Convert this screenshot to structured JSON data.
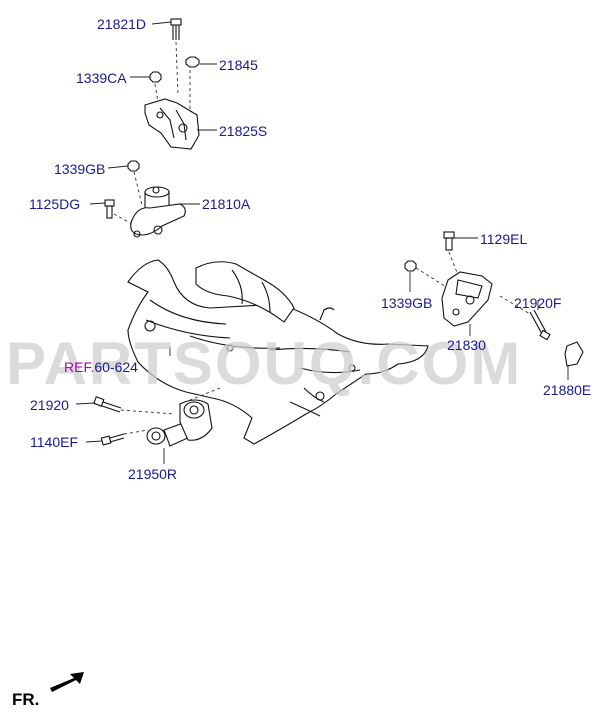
{
  "watermark": "PARTSOUQ.COM",
  "direction_label": "FR.",
  "reference": {
    "prefix": "REF.",
    "number": "60-624"
  },
  "parts": [
    {
      "code": "21821D"
    },
    {
      "code": "21845"
    },
    {
      "code": "1339CA"
    },
    {
      "code": "21825S"
    },
    {
      "code": "1339GB"
    },
    {
      "code": "1125DG"
    },
    {
      "code": "21810A"
    },
    {
      "code": "1129EL"
    },
    {
      "code": "1339GB"
    },
    {
      "code": "21920F"
    },
    {
      "code": "21830"
    },
    {
      "code": "21880E"
    },
    {
      "code": "21920"
    },
    {
      "code": "1140EF"
    },
    {
      "code": "21950R"
    }
  ],
  "colors": {
    "label": "#1a1a8c",
    "reference": "#b000b0",
    "watermark": "#cfcfcf",
    "line": "#111111"
  }
}
